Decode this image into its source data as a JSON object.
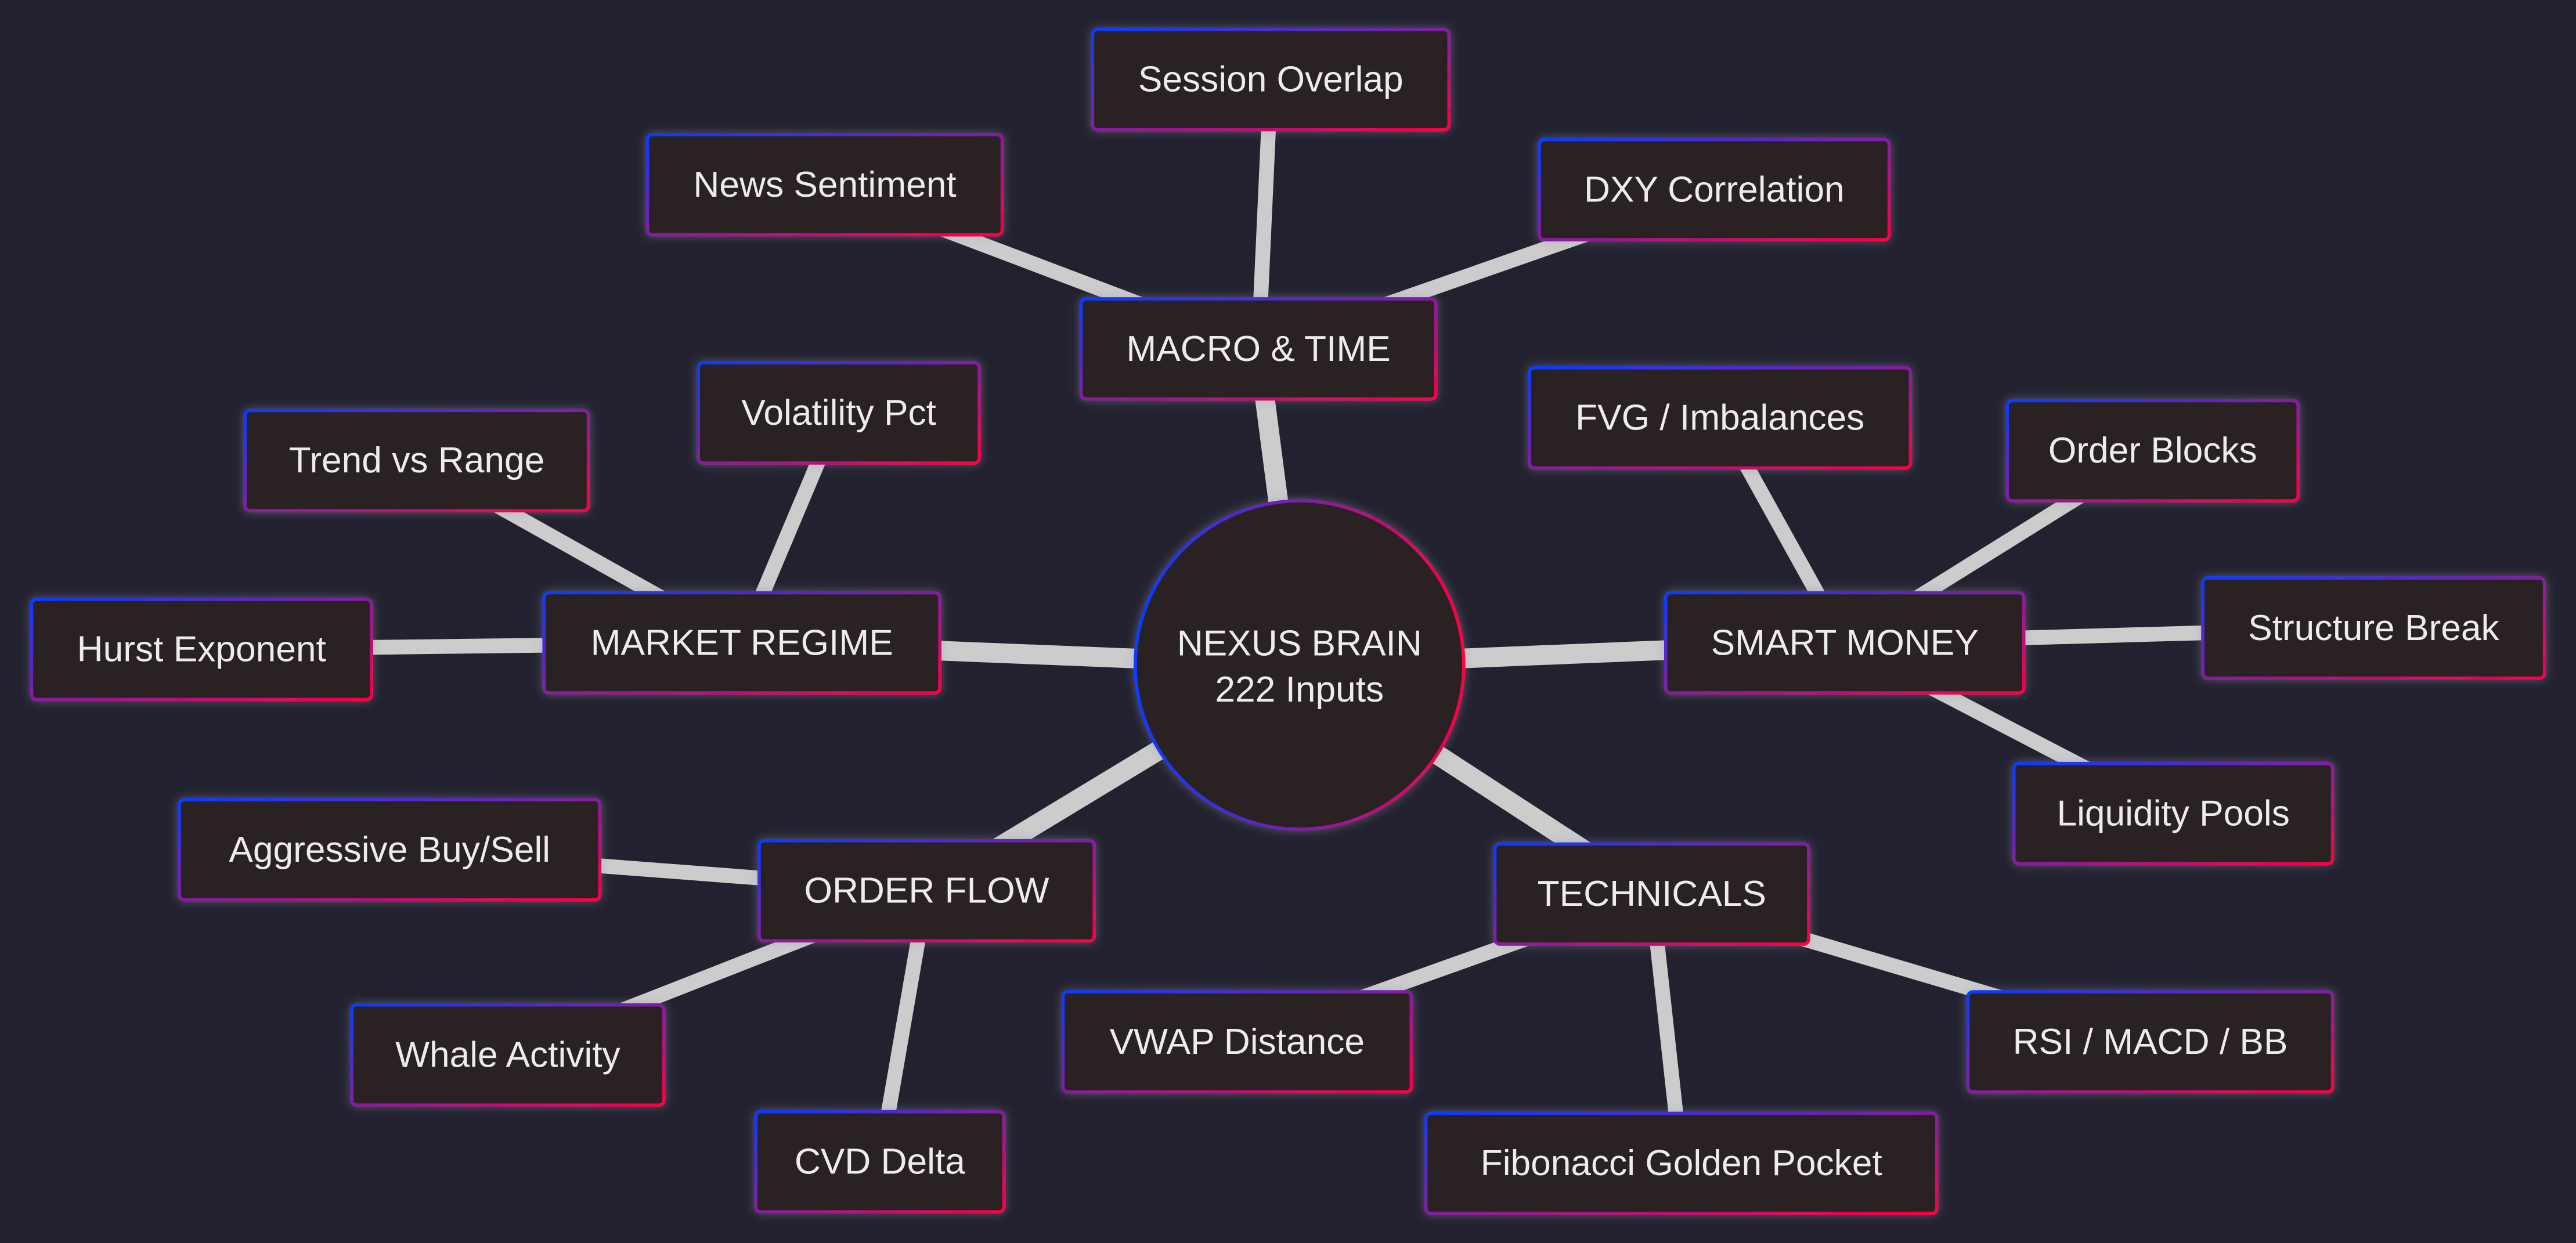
{
  "center": {
    "line1": "NEXUS BRAIN",
    "line2": "222 Inputs"
  },
  "categories": {
    "macro": {
      "label": "MACRO & TIME",
      "leaves": {
        "session": "Session Overlap",
        "news": "News Sentiment",
        "dxy": "DXY Correlation"
      }
    },
    "regime": {
      "label": "MARKET REGIME",
      "leaves": {
        "volatility": "Volatility Pct",
        "trend": "Trend vs Range",
        "hurst": "Hurst Exponent"
      }
    },
    "smart": {
      "label": "SMART MONEY",
      "leaves": {
        "fvg": "FVG / Imbalances",
        "ob": "Order Blocks",
        "structure": "Structure Break",
        "liquidity": "Liquidity Pools"
      }
    },
    "flow": {
      "label": "ORDER FLOW",
      "leaves": {
        "aggressive": "Aggressive Buy/Sell",
        "whale": "Whale Activity",
        "cvd": "CVD Delta"
      }
    },
    "tech": {
      "label": "TECHNICALS",
      "leaves": {
        "vwap": "VWAP Distance",
        "rsi": "RSI / MACD / BB",
        "fib": "Fibonacci Golden Pocket"
      }
    }
  },
  "colors": {
    "background": "#22212f",
    "node_fill": "#2b2020",
    "edge": "#cccccc",
    "border_start": "#0a3cff",
    "border_end": "#ff0044",
    "text": "#ececec"
  }
}
